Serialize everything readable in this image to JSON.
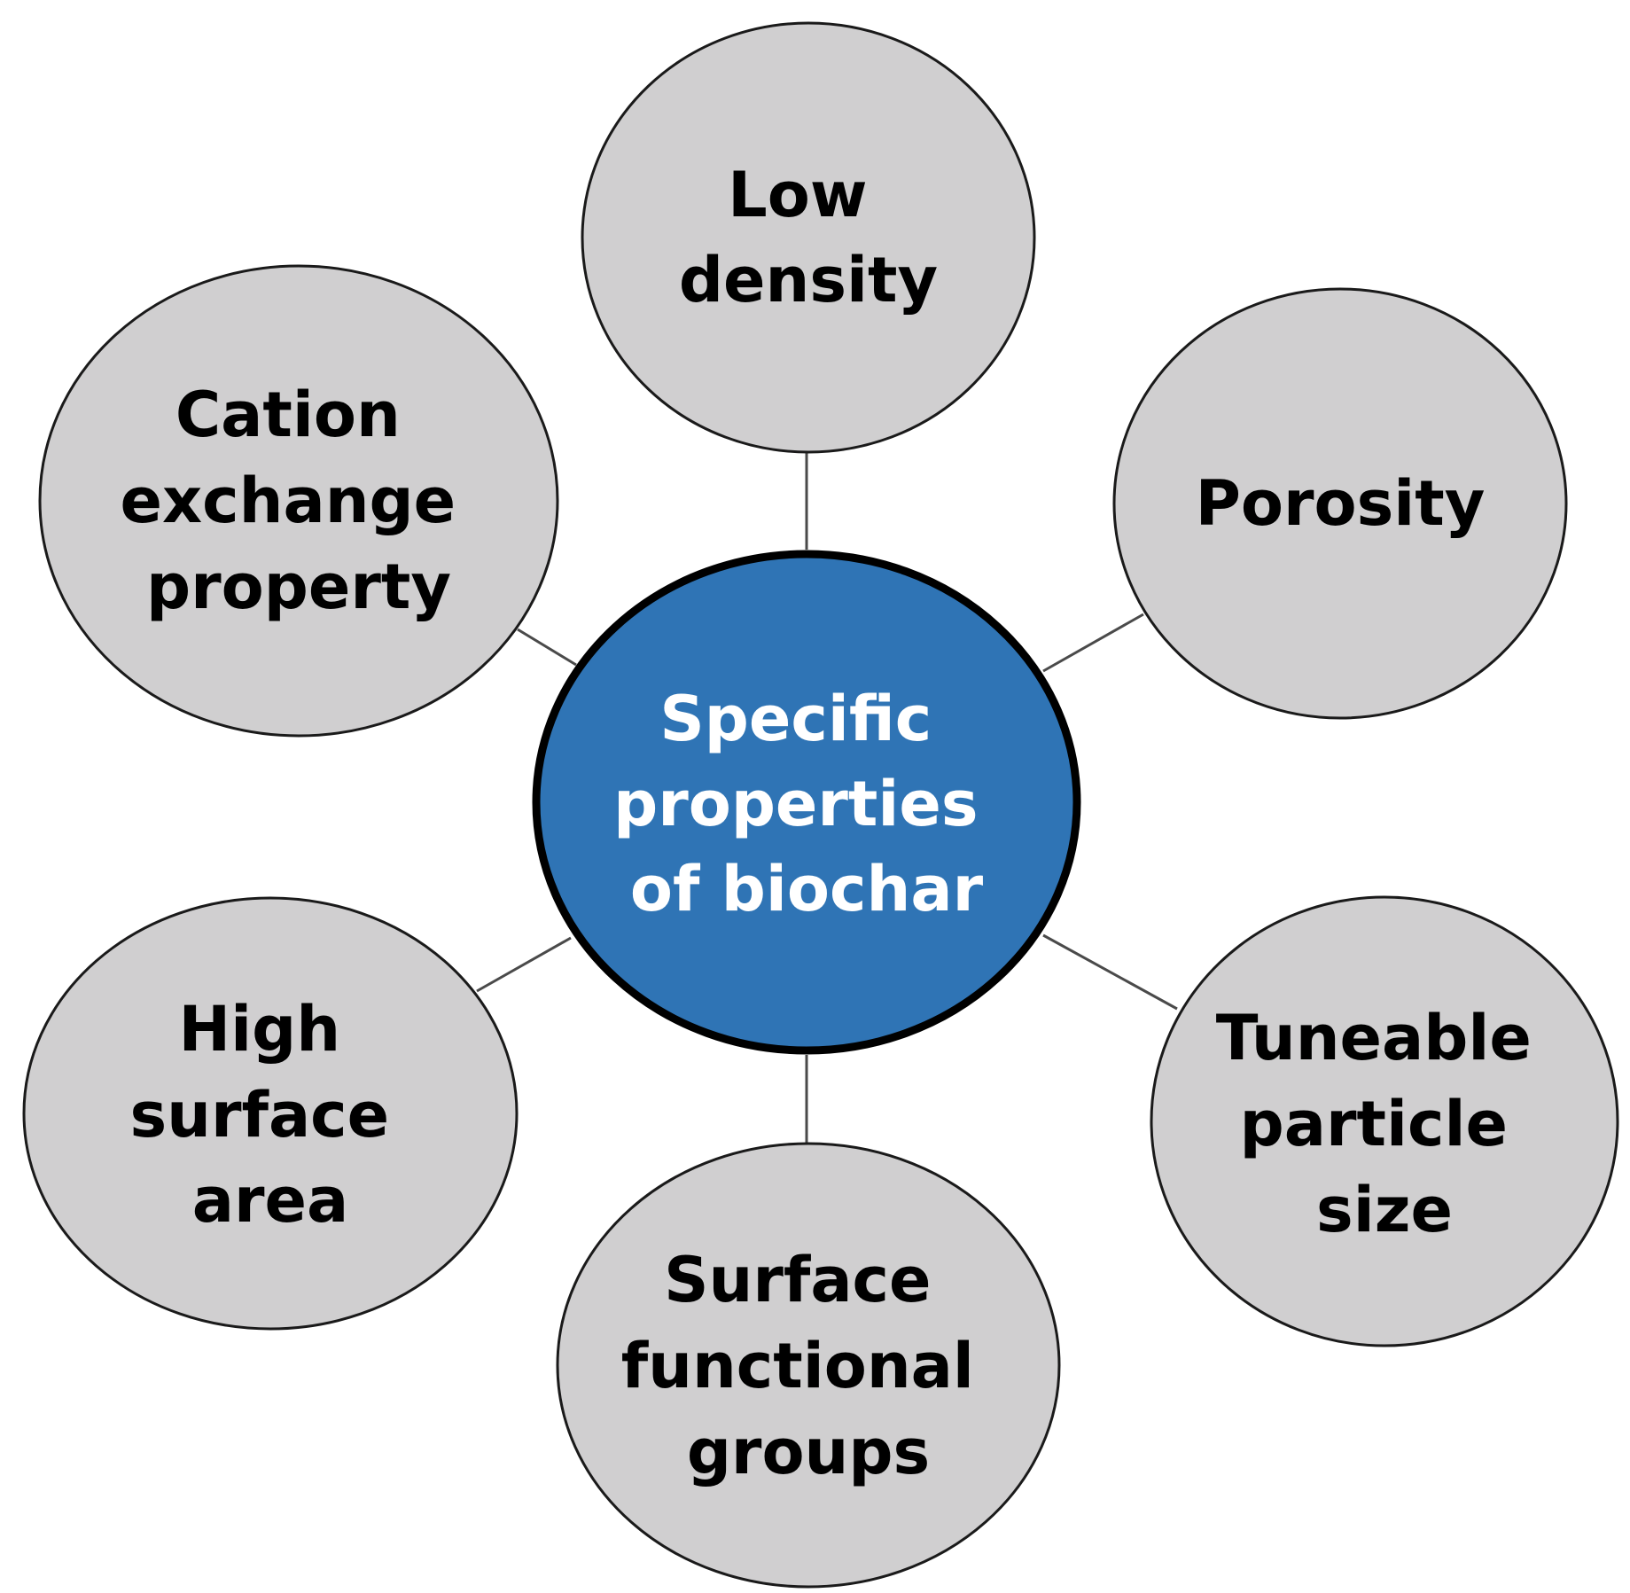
{
  "diagram": {
    "center": {
      "lines": [
        "Specific",
        "properties",
        "of biochar"
      ],
      "fill": "#2f74b5",
      "text_color": "#ffffff"
    },
    "nodes": [
      {
        "id": "low-density",
        "lines": [
          "Low",
          "density"
        ]
      },
      {
        "id": "porosity",
        "lines": [
          "Porosity"
        ]
      },
      {
        "id": "tuneable-particle-size",
        "lines": [
          "Tuneable",
          "particle",
          "size"
        ]
      },
      {
        "id": "surface-functional-groups",
        "lines": [
          "Surface",
          "functional",
          "groups"
        ]
      },
      {
        "id": "high-surface-area",
        "lines": [
          "High",
          "surface",
          "area"
        ]
      },
      {
        "id": "cation-exchange-property",
        "lines": [
          "Cation",
          "exchange",
          "property"
        ]
      }
    ],
    "node_fill": "#d0cfd0",
    "text_color": "#000000"
  }
}
